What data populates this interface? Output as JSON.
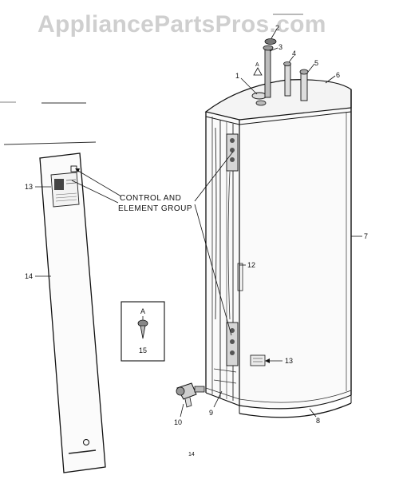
{
  "watermark": "AppliancePartsPros.com",
  "callouts": {
    "c1": "1",
    "c2": "2",
    "c3": "3",
    "c4": "4",
    "c5": "5",
    "c6": "6",
    "c7": "7",
    "c8": "8",
    "c9": "9",
    "c10": "10",
    "c12": "12",
    "c13a": "13",
    "c13b": "13",
    "c14": "14",
    "c15": "15"
  },
  "note_line1": "CONTROL AND",
  "note_line2": "ELEMENT GROUP",
  "inset_letter": "A",
  "tank_letter": "A",
  "page_number": "14"
}
